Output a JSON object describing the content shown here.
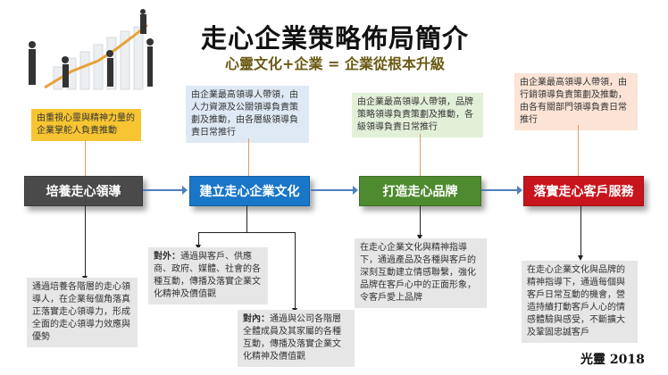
{
  "title": "走心企業策略佈局簡介",
  "subtitle": "心靈文化+企業 = 企業從根本升級",
  "top_notes": [
    {
      "text": "由重視心靈與精神力量的企業掌舵人負責推動",
      "color": "#f7c531"
    },
    {
      "text": "由企業最高領導人帶領，由人力資源及公關領導負責策劃及推動，由各層級領導負責日常推行",
      "color": "#dfe9f5"
    },
    {
      "text": "由企業最高領導人帶領，品牌策略領導負責策劃及推動，各級領導負責日常推行",
      "color": "#e3f0d8"
    },
    {
      "text": "由企業最高領導人帶領，由行銷領導負責策劃及推動，由各有關部門領導負責日常推行",
      "color": "#fbe4d6"
    }
  ],
  "nodes": [
    {
      "label": "培養走心領導",
      "color": "#4a4a4a"
    },
    {
      "label": "建立走心企業文化",
      "color": "#1976c8"
    },
    {
      "label": "打造走心品牌",
      "color": "#4e8a2f"
    },
    {
      "label": "落實走心客戶服務",
      "color": "#c8141c"
    }
  ],
  "bottom_notes": {
    "leadership": "通過培養各階層的走心領導人，在企業每個角落真正落實走心領導力，形成全面的走心領導力效應與優勢",
    "external_label": "對外：",
    "external": "通過與客戶、供應商、政府、媒體、社會的各種互動，傳播及落實企業文化精神及價值觀",
    "internal_label": "對內：",
    "internal": "通過與公司各階層全體成員及其家屬的各種互動，傳播及落實企業文化精神及價值觀",
    "brand": "在走心企業文化與精神指導下，通過產品及各種與客戶的深刻互動建立情感聯繫，強化品牌在客戶心中的正面形象，令客戶愛上品牌",
    "service": "在走心企業文化與品牌的精神指導下，通過每個與客戶日常互動的機會，營造持續打動客戶人心的情感體驗與感受，不斷擴大及鞏固忠誠客戶"
  },
  "signature": "光靈 2018"
}
